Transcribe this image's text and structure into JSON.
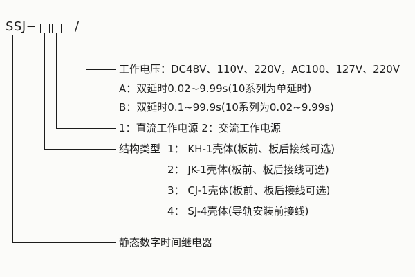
{
  "model": {
    "prefix": "SSJ−",
    "slash": "/"
  },
  "rows": {
    "voltage": "工作电压：DC48V、110V、220V，AC100、127V、220V",
    "delay_a": "A：双延时0.02~9.99s(10系列为单延时)",
    "delay_b": "B：双延时0.1~99.9s(10系列为0.02~9.99s)",
    "power": "1：直流工作电源 2：交流工作电源",
    "structure_label": "结构类型",
    "structure_1": "1： KH-1壳体(板前、板后接线可选)",
    "structure_2": "2： JK-1壳体(板前、板后接线可选)",
    "structure_3": "3： CJ-1壳体(板前、板后接线可选)",
    "structure_4": "4： SJ-4壳体(导轨安装前接线)",
    "product": "静态数字时间继电器"
  }
}
